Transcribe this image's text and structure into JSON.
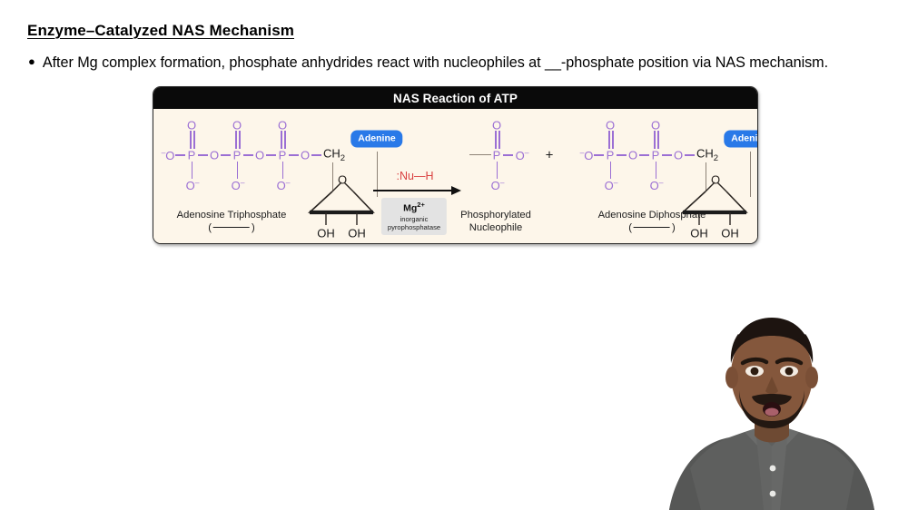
{
  "slide": {
    "title": "Enzyme–Catalyzed NAS Mechanism",
    "bullet_marker": "●",
    "bullet_text": "After Mg complex formation, phosphate anhydrides react with nucleophiles at __-phosphate position via NAS mechanism."
  },
  "figure": {
    "header_title": "NAS Reaction of ATP",
    "reactant": {
      "name": "Adenosine Triphosphate",
      "abbreviation_blank": "(  ____  )",
      "adenine_label": "Adenine",
      "ch2_label": "CH2",
      "ring_oxygen": "O",
      "hydroxyl_left": "OH",
      "hydroxyl_right": "OH",
      "phosphorus_label": "P",
      "oxygen_label": "O",
      "oxide_label": "O-",
      "terminal_oxide_label": "-O",
      "phosphate_count": 3
    },
    "arrow": {
      "nucleophile_label": ":Nu—H",
      "catalyst_ion": "Mg2+",
      "catalyst_enzyme_line1": "inorganic",
      "catalyst_enzyme_line2": "pyrophosphatase"
    },
    "product_left": {
      "name_line1": "Phosphorylated",
      "name_line2": "Nucleophile",
      "phosphorus_label": "P",
      "oxygen_label": "O",
      "oxide_label": "O-"
    },
    "plus": "+",
    "product_right": {
      "name": "Adenosine Diphosphate",
      "abbreviation_blank": "(  ____  )",
      "adenine_label": "Adenine",
      "ch2_label": "CH2",
      "ring_oxygen": "O",
      "hydroxyl_left": "OH",
      "hydroxyl_right": "OH",
      "phosphorus_label": "P",
      "oxygen_label": "O",
      "oxide_label": "O-",
      "terminal_oxide_label": "-O",
      "phosphate_count": 2
    }
  },
  "colors": {
    "phosphate_purple": "#9b6fd4",
    "adenine_blue": "#2979e8",
    "nucleophile_red": "#d94040",
    "panel_cream": "#fdf6ea",
    "header_black": "#0a0a0a",
    "enzyme_box_grey": "#e3e3e3"
  },
  "presenter": {
    "shirt_color": "#5e5f5e",
    "background": "#ffffff"
  }
}
